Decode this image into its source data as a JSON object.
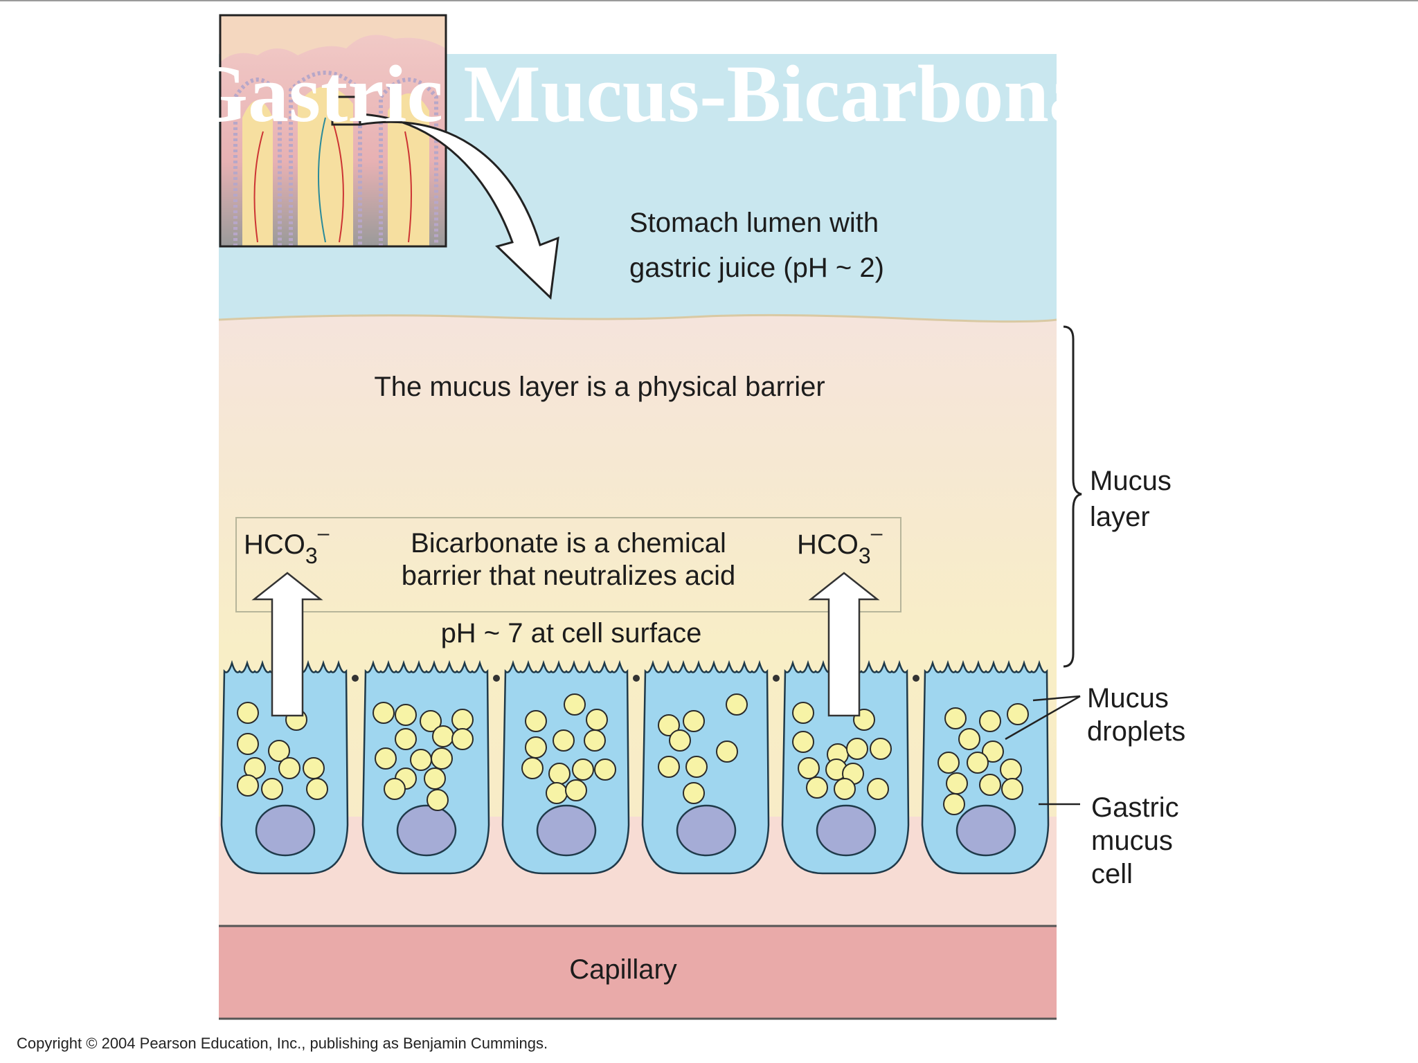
{
  "slide": {
    "title": "Gastric Mucus-Bicarbonate"
  },
  "diagram": {
    "lumen_label_line1": "Stomach lumen with",
    "lumen_label_line2": "gastric juice (pH ~ 2)",
    "mucus_barrier_label": "The mucus layer is a physical barrier",
    "bicarb_label_line1": "Bicarbonate is a chemical",
    "bicarb_label_line2": "barrier that neutralizes acid",
    "hco3_base": "HCO",
    "hco3_sub": "3",
    "hco3_sup": "–",
    "ph_surface_label": "pH ~ 7 at cell surface",
    "mucus_layer_line1": "Mucus",
    "mucus_layer_line2": "layer",
    "mucus_droplets_line1": "Mucus",
    "mucus_droplets_line2": "droplets",
    "gastric_cell_line1": "Gastric",
    "gastric_cell_line2": "mucus",
    "gastric_cell_line3": "cell",
    "capillary_label": "Capillary",
    "copyright": "Copyright © 2004 Pearson Education, Inc., publishing as Benjamin Cummings."
  },
  "colors": {
    "lumen": "#c9e7ef",
    "mucus_top": "#f5e3d8",
    "mucus_mid": "#f7edc7",
    "capillary": "#e9a9a9",
    "cell": "#9fd6ef",
    "nucleus": "#a5acd6",
    "droplet": "#f7f3a6"
  }
}
